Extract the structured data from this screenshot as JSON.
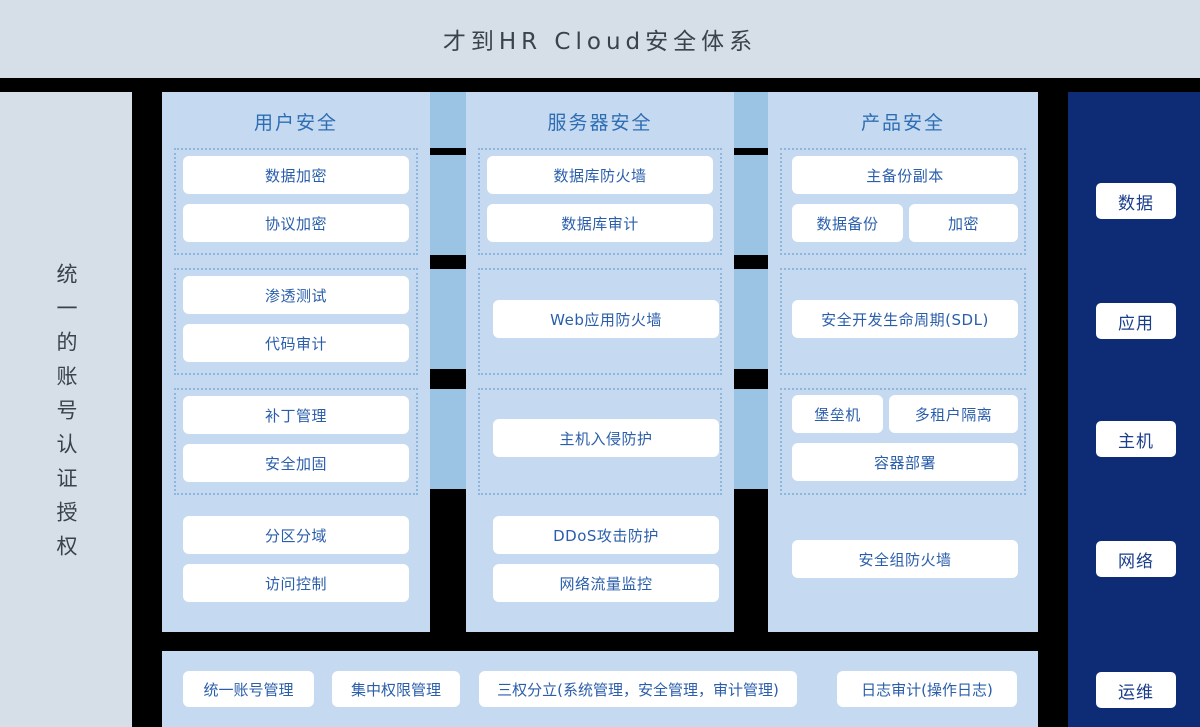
{
  "header": {
    "title": "才到HR Cloud安全体系",
    "background": "#D6DEE7",
    "text_color": "#3A424C"
  },
  "left_sidebar": {
    "label": "统一的账号认证授权",
    "background": "#D6DEE7"
  },
  "right_sidebar": {
    "background": "#0E2C76",
    "items": [
      {
        "label": "数据"
      },
      {
        "label": "应用"
      },
      {
        "label": "主机"
      },
      {
        "label": "网络"
      },
      {
        "label": "运维"
      }
    ]
  },
  "columns": [
    {
      "title": "用户安全",
      "items": [
        {
          "label": "数据加密"
        },
        {
          "label": "协议加密"
        },
        {
          "label": "渗透测试"
        },
        {
          "label": "代码审计"
        },
        {
          "label": "补丁管理"
        },
        {
          "label": "安全加固"
        },
        {
          "label": "分区分域"
        },
        {
          "label": "访问控制"
        }
      ]
    },
    {
      "title": "服务器安全",
      "items": [
        {
          "label": "数据库防火墙"
        },
        {
          "label": "数据库审计"
        },
        {
          "label": "Web应用防火墙"
        },
        {
          "label": "主机入侵防护"
        },
        {
          "label": "DDoS攻击防护"
        },
        {
          "label": "网络流量监控"
        }
      ]
    },
    {
      "title": "产品安全",
      "items": [
        {
          "label": "主备份副本"
        },
        {
          "label": "数据备份"
        },
        {
          "label": "加密"
        },
        {
          "label": "安全开发生命周期(SDL)"
        },
        {
          "label": "堡垒机"
        },
        {
          "label": "多租户隔离"
        },
        {
          "label": "容器部署"
        },
        {
          "label": "安全组防火墙"
        }
      ]
    }
  ],
  "bottom_bar": {
    "items": [
      {
        "label": "统一账号管理"
      },
      {
        "label": "集中权限管理"
      },
      {
        "label": "三权分立(系统管理，安全管理，审计管理)"
      },
      {
        "label": "日志审计(操作日志)"
      }
    ]
  },
  "colors": {
    "panel_blue": "#C5DAF0",
    "connector_blue": "#9BC4E4",
    "navy": "#0E2C76",
    "grey_blue": "#D6DEE7",
    "text_blue": "#2A5EAB",
    "title_blue": "#2E6DB4",
    "background": "#000000"
  }
}
